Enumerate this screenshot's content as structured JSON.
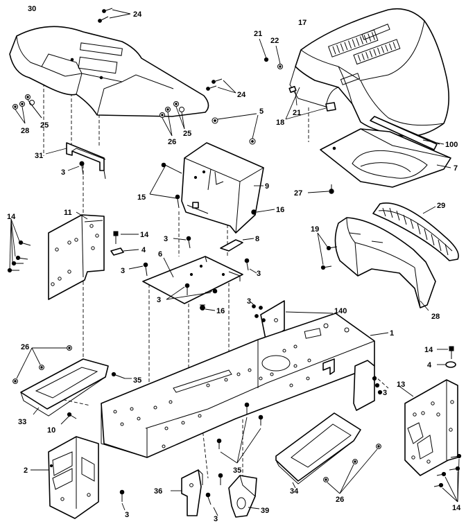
{
  "callouts": {
    "c30": "30",
    "c24a": "24",
    "c24b": "24",
    "c28a": "28",
    "c25a": "25",
    "c26a": "26",
    "c25b": "25",
    "c31": "31",
    "c3a": "3",
    "c17": "17",
    "c21a": "21",
    "c22": "22",
    "c21b": "21",
    "c18": "18",
    "c5": "5",
    "c100": "100",
    "c7": "7",
    "c27": "27",
    "c9": "9",
    "c15": "15",
    "c16a": "16",
    "c11": "11",
    "c14a": "14",
    "c14b": "14",
    "c4a": "4",
    "c3b": "3",
    "c3c": "3",
    "c8": "8",
    "c6": "6",
    "c3d": "3",
    "c3e": "3",
    "c16b": "16",
    "c29": "29",
    "c19": "19",
    "c28b": "28",
    "c3f": "3",
    "c140": "140",
    "c1": "1",
    "c26b": "26",
    "c35a": "35",
    "c33": "33",
    "c10": "10",
    "c14c": "14",
    "c4b": "4",
    "c13": "13",
    "c3g": "3",
    "c2": "2",
    "c3h": "3",
    "c35b": "35",
    "c36": "36",
    "c3i": "3",
    "c39": "39",
    "c34": "34",
    "c26c": "26",
    "c14d": "14"
  }
}
